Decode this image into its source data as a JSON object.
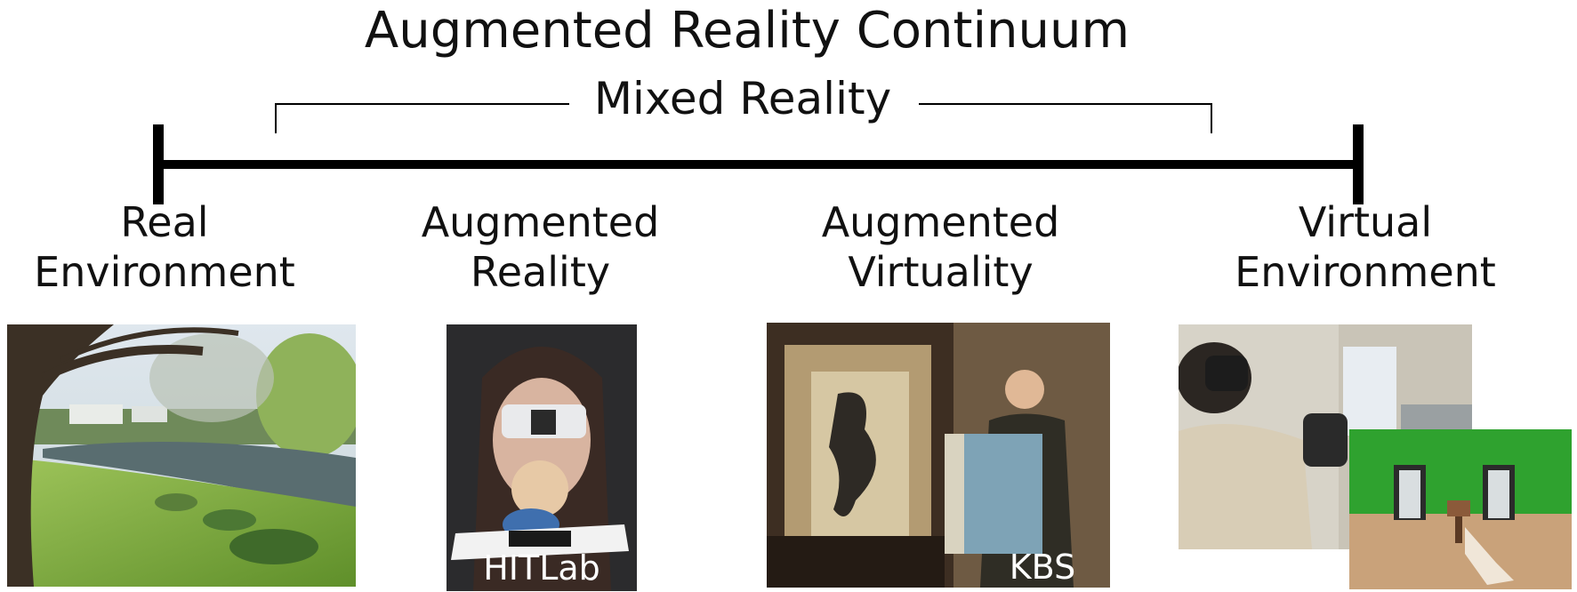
{
  "title": "Augmented Reality Continuum",
  "mixed_reality_label": "Mixed Reality",
  "stages": [
    {
      "line1": "Real",
      "line2": "Environment"
    },
    {
      "line1": "Augmented",
      "line2": "Reality"
    },
    {
      "line1": "Augmented",
      "line2": "Virtuality"
    },
    {
      "line1": "Virtual",
      "line2": "Environment"
    }
  ],
  "image_captions": {
    "augmented_reality": "HITLab",
    "augmented_virtuality": "KBS"
  },
  "colors": {
    "axis": "#000000",
    "text": "#111111"
  }
}
